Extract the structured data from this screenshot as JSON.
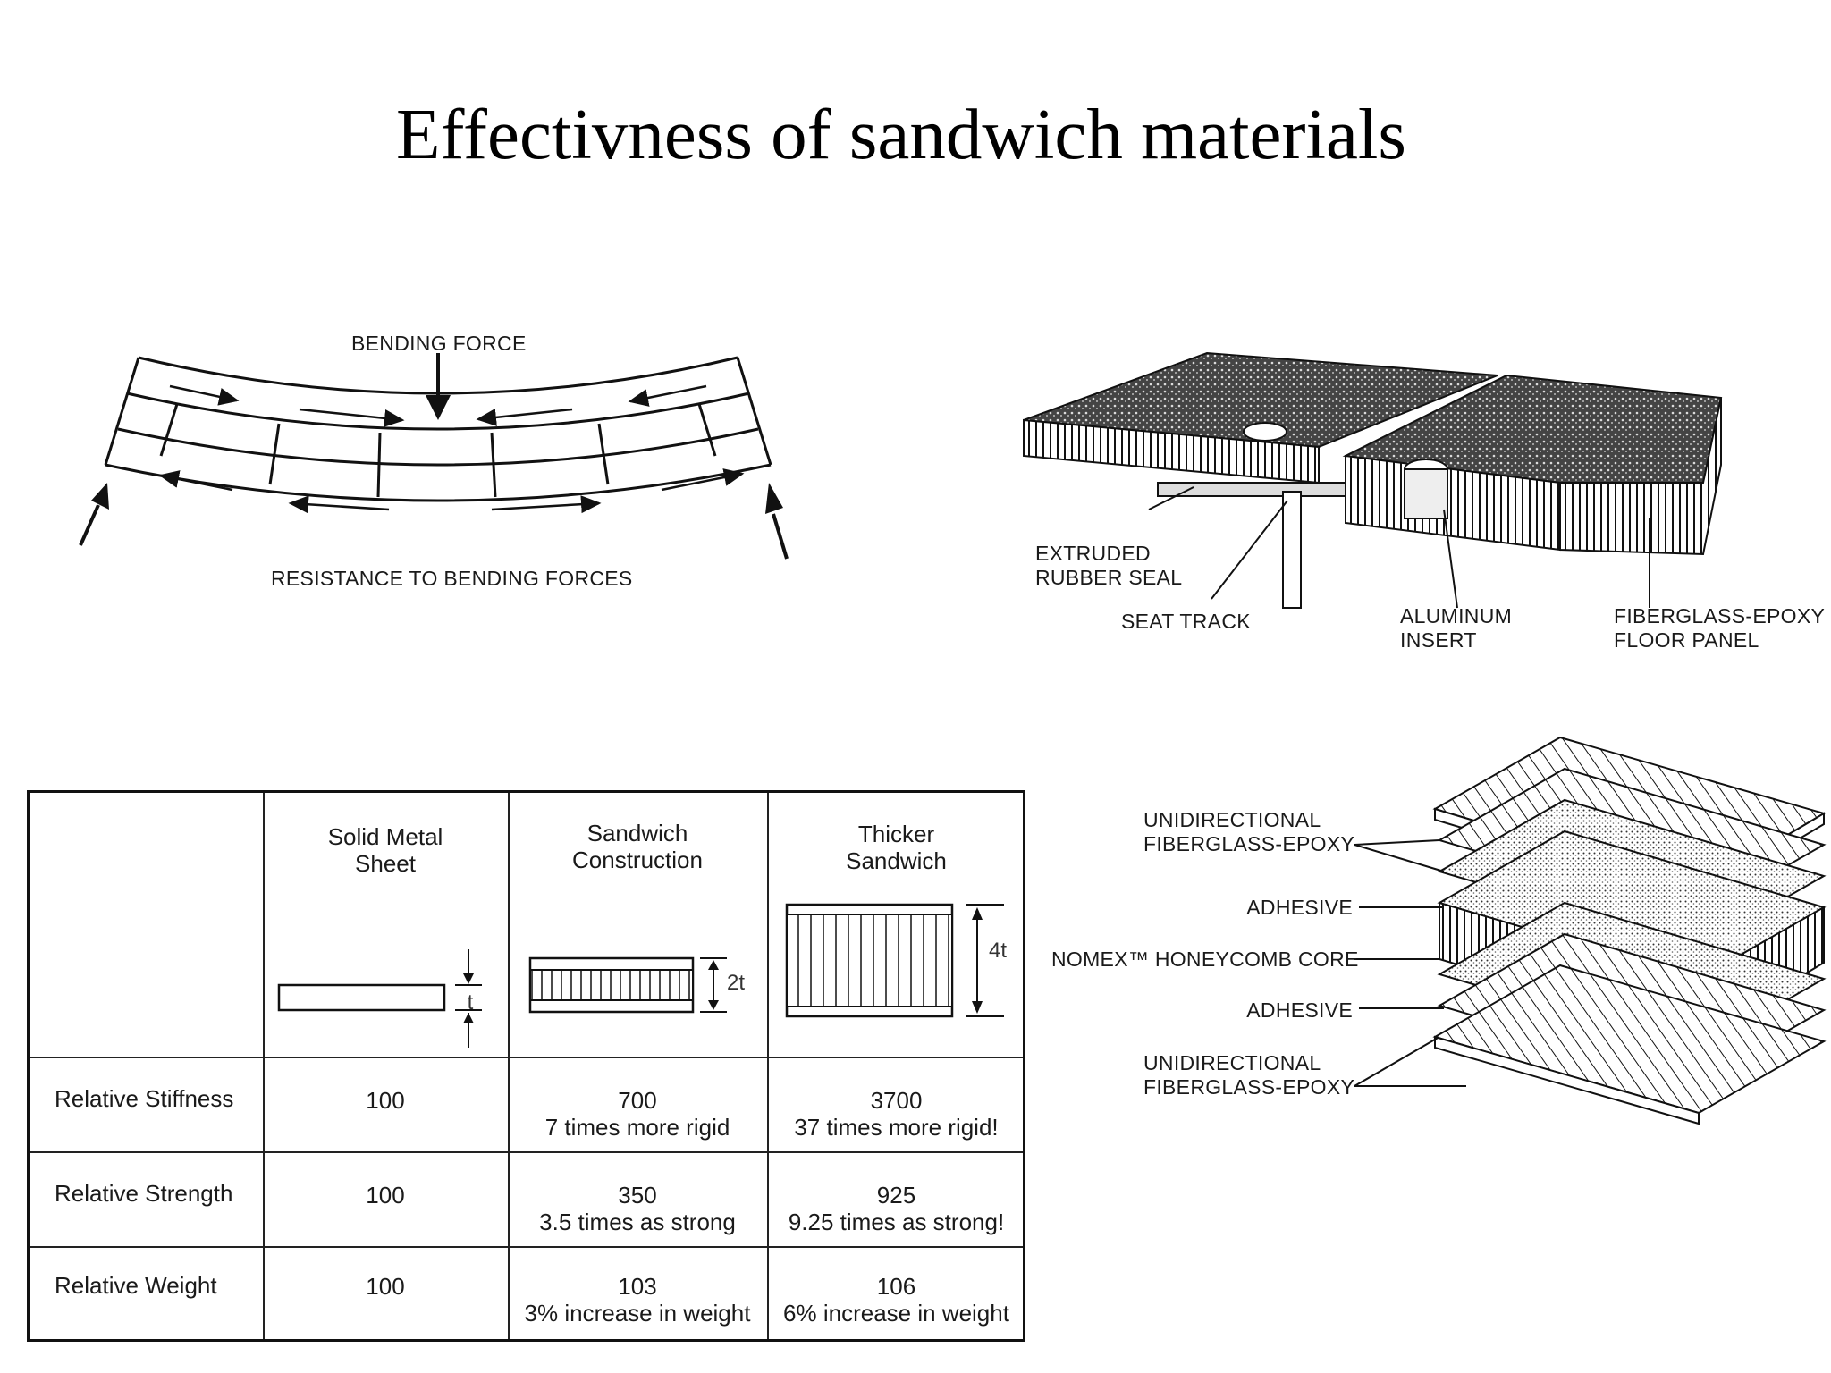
{
  "title": "Effectivness of sandwich materials",
  "bending": {
    "force_label": "BENDING FORCE",
    "resistance_label": "RESISTANCE TO BENDING FORCES"
  },
  "floor_panel": {
    "extruded_seal": [
      "EXTRUDED",
      "RUBBER SEAL"
    ],
    "seat_track": "SEAT TRACK",
    "aluminum_insert": [
      "ALUMINUM",
      "INSERT"
    ],
    "fiberglass_floor": [
      "FIBERGLASS-EPOXY",
      "FLOOR PANEL"
    ]
  },
  "layers": {
    "uni_top": [
      "UNIDIRECTIONAL",
      "FIBERGLASS-EPOXY"
    ],
    "adhesive_top": "ADHESIVE",
    "core": "NOMEX™ HONEYCOMB CORE",
    "adhesive_bottom": "ADHESIVE",
    "uni_bottom": [
      "UNIDIRECTIONAL",
      "FIBERGLASS-EPOXY"
    ]
  },
  "table": {
    "columns": [
      {
        "line1": "Solid Metal",
        "line2": "Sheet",
        "dim": "t"
      },
      {
        "line1": "Sandwich",
        "line2": "Construction",
        "dim": "2t"
      },
      {
        "line1": "Thicker",
        "line2": "Sandwich",
        "dim": "4t"
      }
    ],
    "rows": [
      {
        "label": "Relative Stiffness",
        "cells": [
          {
            "value": "100",
            "note": ""
          },
          {
            "value": "700",
            "note": "7 times more rigid"
          },
          {
            "value": "3700",
            "note": "37 times more rigid!"
          }
        ]
      },
      {
        "label": "Relative Strength",
        "cells": [
          {
            "value": "100",
            "note": ""
          },
          {
            "value": "350",
            "note": "3.5 times as strong"
          },
          {
            "value": "925",
            "note": "9.25 times as strong!"
          }
        ]
      },
      {
        "label": "Relative Weight",
        "cells": [
          {
            "value": "100",
            "note": ""
          },
          {
            "value": "103",
            "note": "3% increase in weight"
          },
          {
            "value": "106",
            "note": "6% increase in weight"
          }
        ]
      }
    ]
  }
}
